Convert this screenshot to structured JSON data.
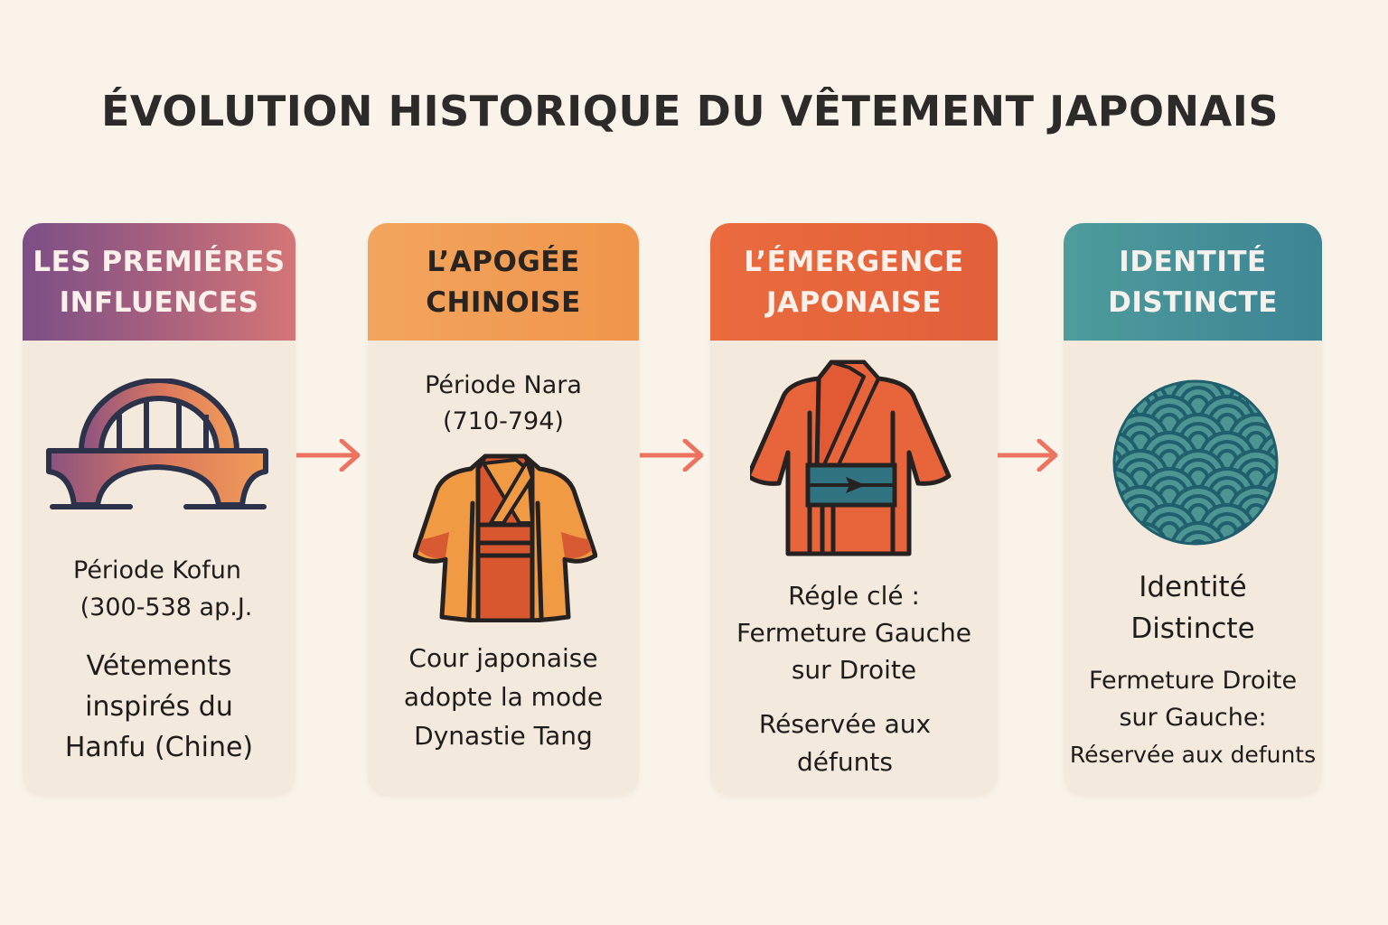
{
  "title": "ÉVOLUTION HISTORIQUE DU VÊTEMENT JAPONAIS",
  "colors": {
    "background": "#faf3ea",
    "card_body": "#f3e9dc",
    "arrow": "#ec7360",
    "outline": "#2b3249",
    "stage1_header_start": "#7b4f86",
    "stage1_header_end": "#d47676",
    "stage2_header": "#f0954b",
    "stage3_header": "#e2603a",
    "stage4_header": "#3d8494"
  },
  "stages": [
    {
      "header": [
        "LES PREMIÉRES",
        "INFLUENCES"
      ],
      "icon": "bridge-icon",
      "period": [
        "Période Kofun",
        "(300-538 ap.J."
      ],
      "description": [
        "Vétements",
        "inspirés du",
        "Hanfu (Chine)"
      ]
    },
    {
      "header": [
        "L’APOGÉE",
        "CHINOISE"
      ],
      "icon": "hanfu-robe-icon",
      "period": [
        "Période Nara",
        "(710-794)"
      ],
      "description": [
        "Cour japonaise",
        "adopte la mode",
        "Dynastie Tang"
      ]
    },
    {
      "header": [
        "L’ÉMERGENCE",
        "JAPONAISE"
      ],
      "icon": "kimono-icon",
      "rule": [
        "Régle clé :",
        "Fermeture Gauche",
        "sur Droite"
      ],
      "description": [
        "Réservée aux",
        "défunts"
      ]
    },
    {
      "header": [
        "IDENTITÉ",
        "DISTINCTE"
      ],
      "icon": "seigaiha-wave-icon",
      "subtitle": [
        "Identité",
        "Distincte"
      ],
      "description": [
        "Fermeture Droite",
        "sur Gauche:",
        "Réservée aux defunts"
      ]
    }
  ],
  "connectors": [
    "arrow-right",
    "arrow-right",
    "arrow-right"
  ]
}
